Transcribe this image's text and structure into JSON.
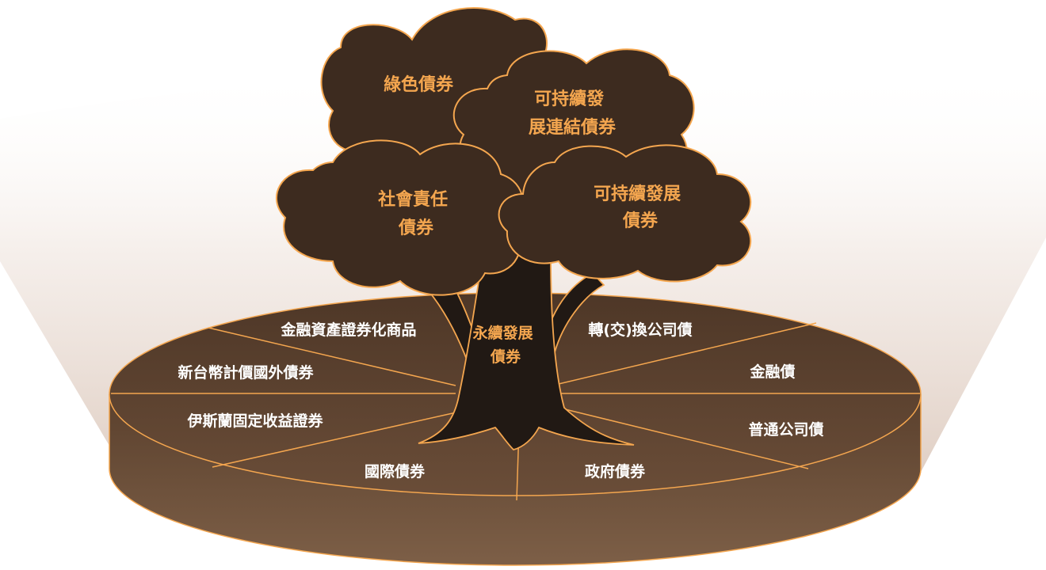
{
  "tree": {
    "trunk_label": [
      "永續發展",
      "債券"
    ],
    "canopy": [
      {
        "id": "green",
        "lines": [
          "綠色債券"
        ]
      },
      {
        "id": "sustain_linked",
        "lines": [
          "可持續發",
          "展連結債券"
        ]
      },
      {
        "id": "social",
        "lines": [
          "社會責任",
          "債券"
        ]
      },
      {
        "id": "sustainable",
        "lines": [
          "可持續發展",
          "債券"
        ]
      }
    ]
  },
  "disc_segments": [
    {
      "id": "abs",
      "label": "金融資產證券化商品"
    },
    {
      "id": "ntd_foreign",
      "label": "新台幣計價國外債券"
    },
    {
      "id": "islamic",
      "label": "伊斯蘭固定收益證券"
    },
    {
      "id": "international",
      "label": "國際債券"
    },
    {
      "id": "government",
      "label": "政府債券"
    },
    {
      "id": "corporate",
      "label": "普通公司債"
    },
    {
      "id": "financial",
      "label": "金融債"
    },
    {
      "id": "convertible",
      "label": "轉(交)換公司債"
    }
  ],
  "colors": {
    "canopy_fill": "#3d2b1f",
    "outline": "#f4a64f",
    "trunk": "#211914",
    "disc_top": "#5c4331",
    "disc_side": "#6e513b",
    "label_orange": "#f4a64f",
    "label_white": "#ffffff"
  }
}
